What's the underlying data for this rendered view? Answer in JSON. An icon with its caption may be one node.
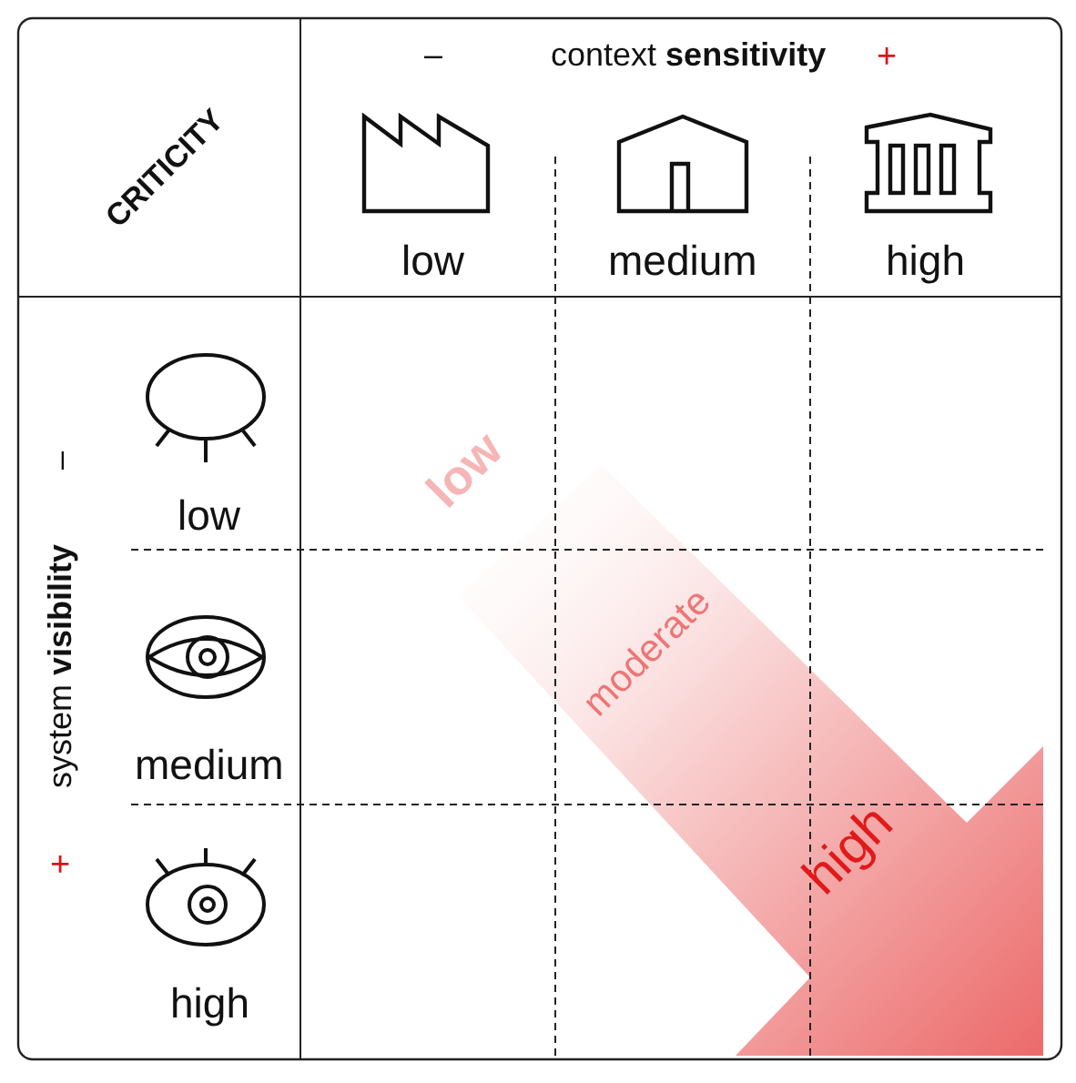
{
  "diagram": {
    "labels": [
      "CRITICITY",
      "–",
      "context **sensitivity**",
      "+",
      "low",
      "medium",
      "high",
      "–",
      "system **visibility**",
      "+",
      "low",
      "medium",
      "high",
      "low",
      "moderate",
      "high"
    ]
  }
}
